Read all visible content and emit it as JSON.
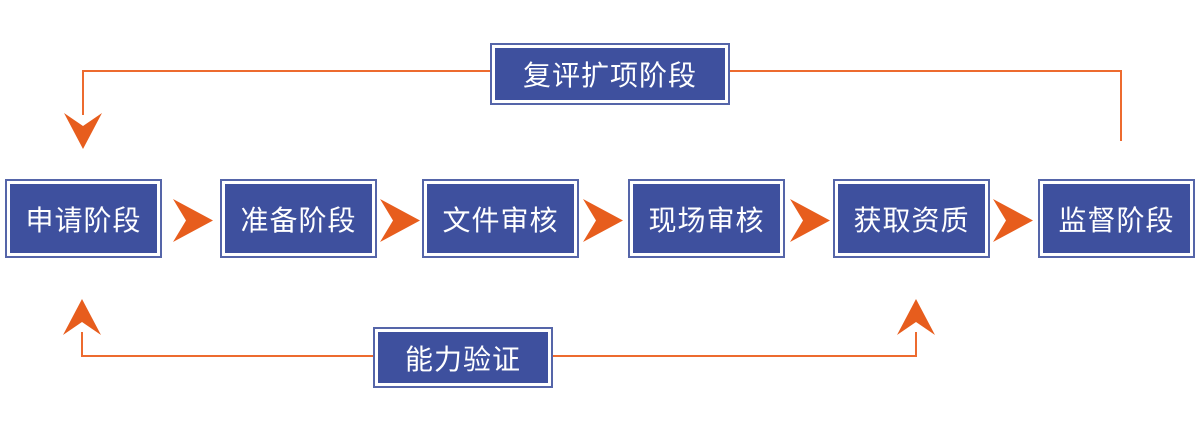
{
  "diagram": {
    "type": "process-flow",
    "background": "#ffffff",
    "colors": {
      "box_fill": "#3E509E",
      "box_border": "#5565A9",
      "arrow_orange": "#E75D1D",
      "line_orange": "#ED6B2F",
      "text": "#ffffff"
    },
    "stages": [
      {
        "label": "申请阶段"
      },
      {
        "label": "准备阶段"
      },
      {
        "label": "文件审核"
      },
      {
        "label": "现场审核"
      },
      {
        "label": "获取资质"
      },
      {
        "label": "监督阶段"
      }
    ],
    "top_loop": {
      "label": "复评扩项阶段",
      "from_stage": "监督阶段",
      "to_stage": "申请阶段"
    },
    "bottom_loop": {
      "label": "能力验证",
      "from_stage": "获取资质",
      "to_stage": "申请阶段"
    }
  }
}
